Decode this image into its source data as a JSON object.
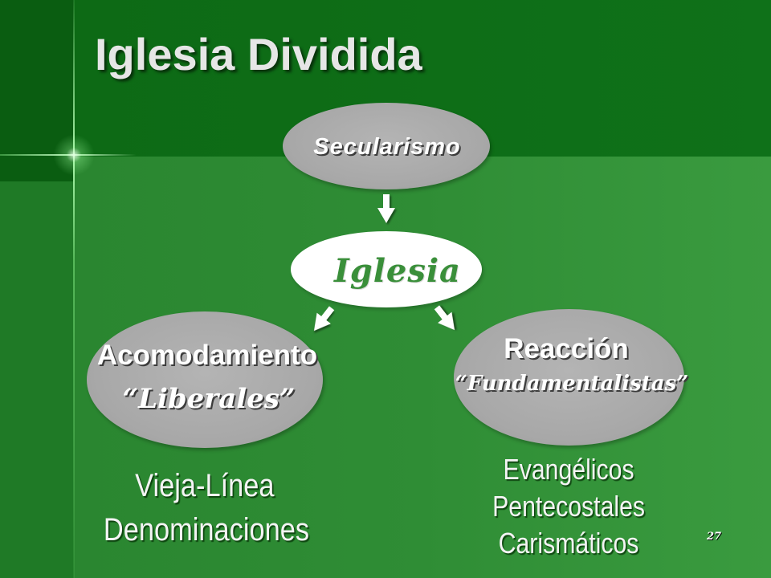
{
  "slide": {
    "title": "Iglesia Dividida",
    "page_number": "27"
  },
  "diagram": {
    "top_node": {
      "label": "Secularismo"
    },
    "center_node": {
      "label": "Iglesia"
    },
    "left_node": {
      "label": "Acomodamiento",
      "sublabel": "“Liberales”"
    },
    "right_node": {
      "label": "Reacción",
      "sublabel": "“Fundamentalistas”"
    },
    "left_examples": [
      "Vieja-Línea",
      "Denominaciones"
    ],
    "right_examples": [
      "Evangélicos",
      "Pentecostales",
      "Carismáticos"
    ],
    "arrows": {
      "top_to_center": "arrow-down-icon",
      "center_to_left": "arrow-down-left-icon",
      "center_to_right": "arrow-down-right-icon"
    }
  },
  "colors": {
    "background_dark": "#0d6a15",
    "background_panel": "#2f8d35",
    "title_text": "#e6e6e6",
    "node_gray": "#a8a8a8",
    "center_node_fill": "#ffffff",
    "center_label": "#3a8f3a",
    "label_text": "#ffffff",
    "arrow_fill": "#ffffff"
  }
}
